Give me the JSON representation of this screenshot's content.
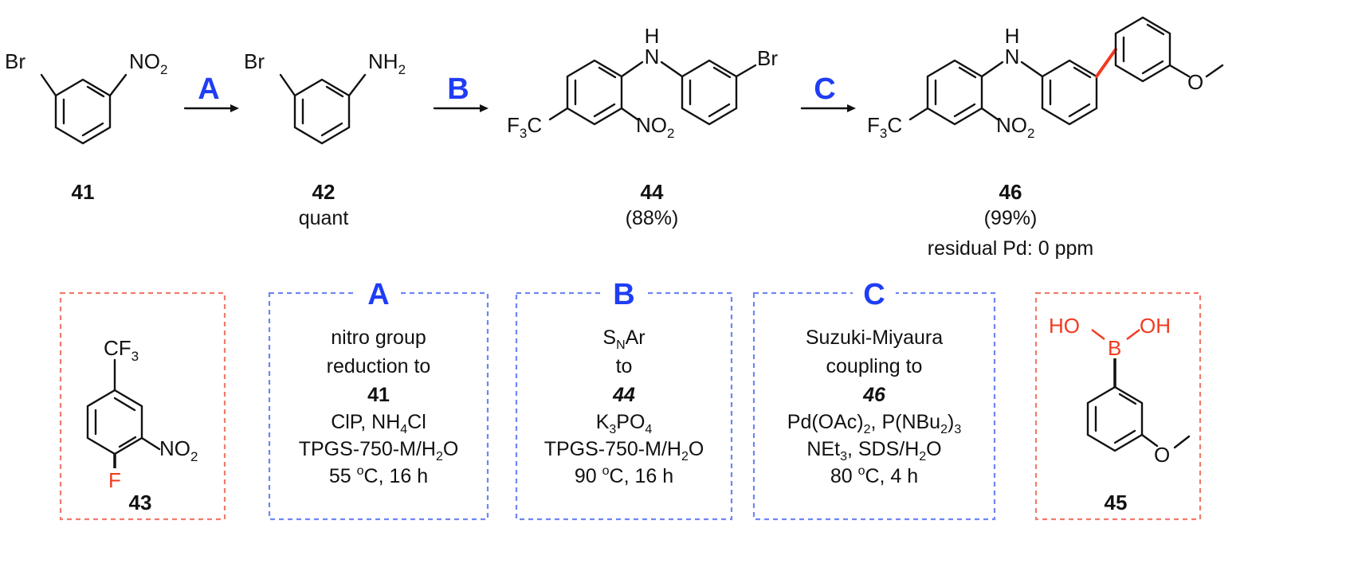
{
  "colors": {
    "accent_blue": "#1f3df5",
    "accent_red": "#f23a1f",
    "box_blue": "#6f86f2",
    "box_red": "#f07b6b",
    "ink": "#111111"
  },
  "compounds": {
    "c41": {
      "number": "41",
      "yield": ""
    },
    "c42": {
      "number": "42",
      "yield": "quant"
    },
    "c44": {
      "number": "44",
      "yield": "(88%)"
    },
    "c46": {
      "number": "46",
      "yield": "(99%)",
      "note": "residual Pd:  0 ppm"
    },
    "c43": {
      "number": "43"
    },
    "c45": {
      "number": "45"
    }
  },
  "atoms": {
    "br": "Br",
    "no2": "NO",
    "no2_sub": "2",
    "nh2": "NH",
    "nh2_sub": "2",
    "h": "H",
    "n": "N",
    "f3c": "F",
    "f3c_sub": "3",
    "f3c_c": "C",
    "cf3": "CF",
    "cf3_sub": "3",
    "o": "O",
    "f": "F",
    "b": "B",
    "ho": "HO",
    "oh": "OH"
  },
  "arrows": {
    "a": "A",
    "b": "B",
    "c": "C"
  },
  "conditions": {
    "A": {
      "letter": "A",
      "line1": "nitro group",
      "line2": "reduction to",
      "target": "41",
      "reagent_a": "ClP, NH",
      "reagent_sub": "4",
      "reagent_b": "Cl",
      "solvent_a": "TPGS-750-M/H",
      "solvent_sub": "2",
      "solvent_b": "O",
      "temp_a": "55 ",
      "temp_sup": "o",
      "temp_b": "C, 16 h"
    },
    "B": {
      "letter": "B",
      "line1_a": "S",
      "line1_sub": "N",
      "line1_b": "Ar",
      "line2": "to",
      "target": "44",
      "reagent_a": "K",
      "reagent_sub1": "3",
      "reagent_b": "PO",
      "reagent_sub2": "4",
      "solvent_a": "TPGS-750-M/H",
      "solvent_sub": "2",
      "solvent_b": "O",
      "temp_a": "90 ",
      "temp_sup": "o",
      "temp_b": "C, 16 h"
    },
    "C": {
      "letter": "C",
      "line1": "Suzuki-Miyaura",
      "line2": "coupling to",
      "target": "46",
      "cat_a": "Pd(OAc)",
      "cat_sub1": "2",
      "cat_b": ", P(NBu",
      "cat_sub2": "2",
      "cat_c": ")",
      "cat_sub3": "3",
      "base_a": "NEt",
      "base_sub": "3",
      "base_b": ", SDS/H",
      "base_sub2": "2",
      "base_c": "O",
      "temp_a": "80 ",
      "temp_sup": "o",
      "temp_b": "C, 4 h"
    }
  }
}
